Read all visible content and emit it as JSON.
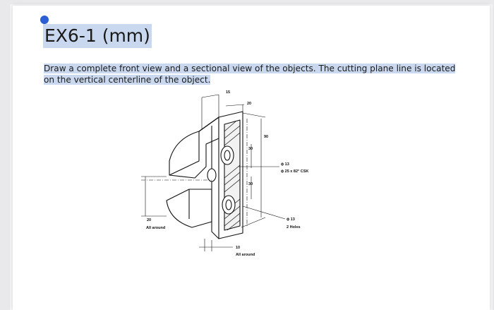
{
  "document": {
    "title": "EX6-1 (mm)",
    "instructions": "Draw a complete front view and a sectional view of the objects. The cutting plane line is located on the vertical centerline of the object."
  },
  "drawing": {
    "dimensions": {
      "d15": "15",
      "d20_top": "20",
      "d90": "90",
      "d30_upper": "30",
      "d30_lower": "30",
      "d20_left": "20",
      "all_around_left": "All around",
      "d10": "10",
      "all_around_bottom": "All around"
    },
    "callouts": {
      "hole_dia_13_a": "ϕ 13",
      "csk": "ϕ 25 x 82° CSK",
      "hole_dia_13_b": "ϕ 13",
      "holes": "2 Holes"
    }
  }
}
